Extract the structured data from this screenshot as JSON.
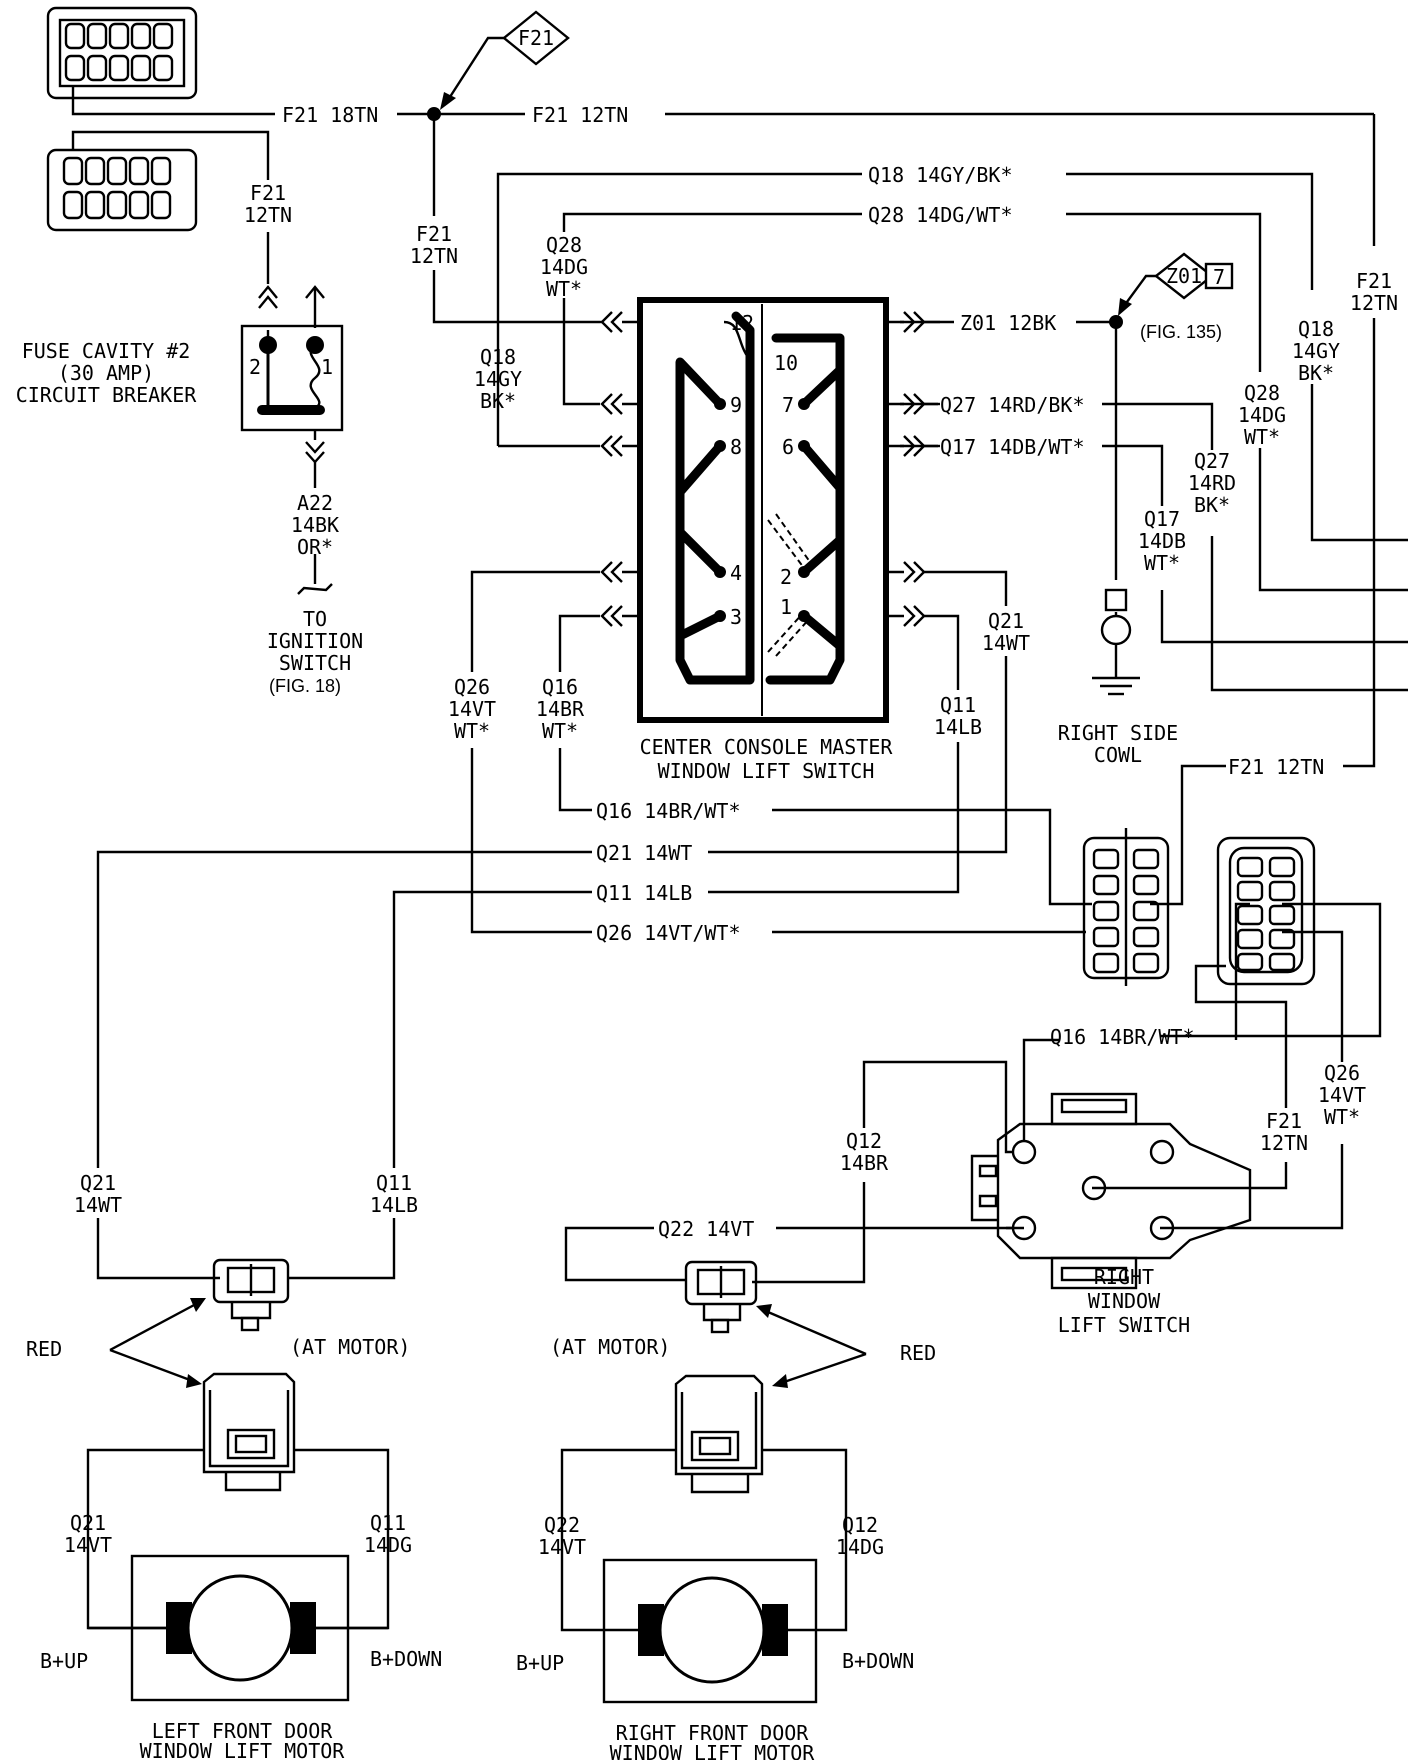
{
  "labels": {
    "f21_diamond": "F21",
    "f21_18tn": "F21  18TN",
    "f21_12tn_top": "F21  12TN",
    "q18_top": "Q18  14GY/BK*",
    "q28_top": "Q28  14DG/WT*",
    "f21_12tn_vert_left": [
      "F21",
      "12TN"
    ],
    "f21_12tn_under_cb": [
      "F21",
      "12TN"
    ],
    "q28_left": [
      "Q28",
      "14DG",
      "WT*"
    ],
    "q18_left": [
      "Q18",
      "14GY",
      "BK*"
    ],
    "z01_diamond": "Z01",
    "z01_12bk": "Z01  12BK",
    "fig135": "(FIG. 135)",
    "f21_12tn_right": [
      "F21",
      "12TN"
    ],
    "q18_right": [
      "Q18",
      "14GY",
      "BK*"
    ],
    "q28_right": [
      "Q28",
      "14DG",
      "WT*"
    ],
    "q27_right": [
      "Q27",
      "14RD",
      "BK*"
    ],
    "q17_right": [
      "Q17",
      "14DB",
      "WT*"
    ],
    "q27_line": "Q27  14RD/BK*",
    "q17_line": "Q17  14DB/WT*",
    "fuse_cavity": [
      "FUSE CAVITY #2",
      "(30 AMP)",
      "CIRCUIT BREAKER"
    ],
    "a22": [
      "A22",
      "14BK",
      "OR*"
    ],
    "to_ignition": [
      "TO",
      "IGNITION",
      "SWITCH"
    ],
    "fig18": "(FIG. 18)",
    "pins": [
      "12",
      "10",
      "9",
      "7",
      "8",
      "6",
      "4",
      "2",
      "3",
      "1"
    ],
    "cb_pins": [
      "2",
      "1"
    ],
    "center_console": [
      "CENTER CONSOLE MASTER",
      "WINDOW LIFT SWITCH"
    ],
    "q26_left": [
      "Q26",
      "14VT",
      "WT*"
    ],
    "q16_left": [
      "Q16",
      "14BR",
      "WT*"
    ],
    "q21_right": [
      "Q21",
      "14WT"
    ],
    "q11_right": [
      "Q11",
      "14LB"
    ],
    "right_side_cowl": [
      "RIGHT SIDE",
      "COWL"
    ],
    "f21_12tn_mid": "F21  12TN",
    "q16_line": "Q16  14BR/WT*",
    "q21_line": "Q21  14WT",
    "q11_line": "Q11  14LB",
    "q26_line": "Q26  14VT/WT*",
    "q16_line2": "Q16  14BR/WT*",
    "q26_right": [
      "Q26",
      "14VT",
      "WT*"
    ],
    "f21_12tn_rws": [
      "F21",
      "12TN"
    ],
    "q12_mid": [
      "Q12",
      "14BR"
    ],
    "q22_line": "Q22  14VT",
    "right_window": [
      "RIGHT",
      "WINDOW",
      "LIFT SWITCH"
    ],
    "q21_lm": [
      "Q21",
      "14WT"
    ],
    "q11_lm": [
      "Q11",
      "14LB"
    ],
    "at_motor_left": "(AT MOTOR)",
    "at_motor_right": "(AT MOTOR)",
    "red_left": "RED",
    "red_right": "RED",
    "q21_lb": [
      "Q21",
      "14VT"
    ],
    "q11_lb": [
      "Q11",
      "14DG"
    ],
    "q22_rb": [
      "Q22",
      "14VT"
    ],
    "q12_rb": [
      "Q12",
      "14DG"
    ],
    "bup_left": "B+UP",
    "bdown_left": "B+DOWN",
    "bup_right": "B+UP",
    "bdown_right": "B+DOWN",
    "left_motor": [
      "LEFT FRONT DOOR",
      "WINDOW LIFT MOTOR"
    ],
    "right_motor": [
      "RIGHT FRONT DOOR",
      "WINDOW LIFT MOTOR"
    ]
  }
}
